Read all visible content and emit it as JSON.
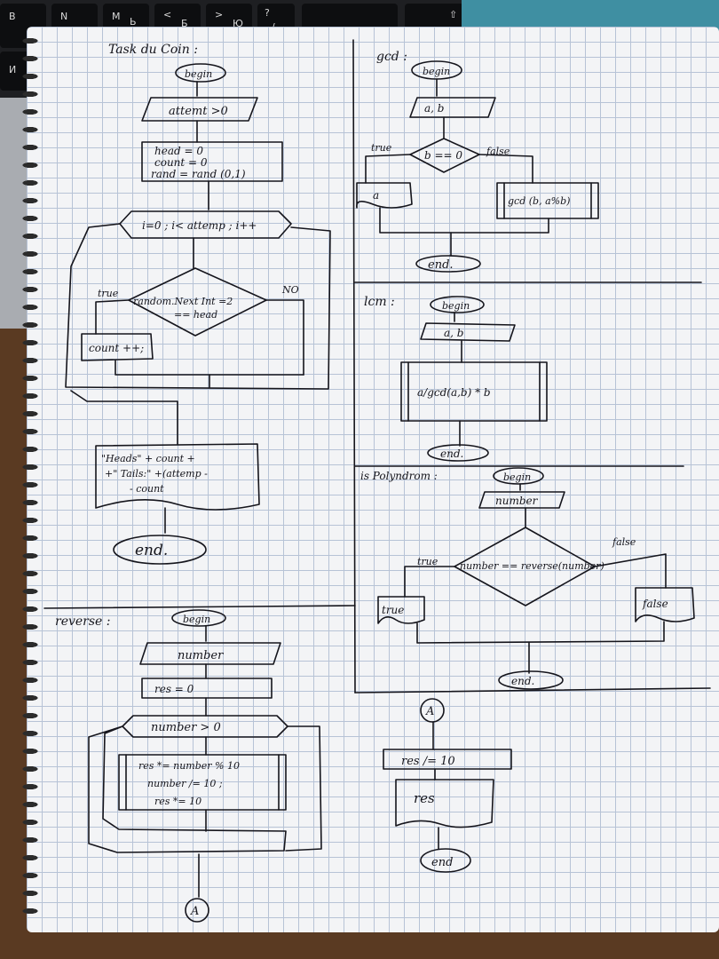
{
  "keyboard": {
    "keys": [
      "B",
      "И",
      "N",
      "M",
      "Ь",
      "<",
      "Б",
      ">",
      "Ю",
      "?",
      "/"
    ]
  },
  "coin": {
    "title": "Task du  Coin :",
    "begin": "begin",
    "input": "attemt >0",
    "init": [
      "head = 0",
      "count = 0",
      "rand = rand (0,1)"
    ],
    "loop": "i=0 ; i< attemp ; i++",
    "condition": [
      "random.Next Int =2",
      "== head"
    ],
    "true_label": "true",
    "no_label": "NO",
    "increment": "count ++;",
    "output": [
      "\"Heads\" + count  +",
      "+\" Tails:\" +(attemp -",
      "- count"
    ],
    "end": "end."
  },
  "gcd": {
    "title": "gcd :",
    "begin": "begin",
    "input": "a, b",
    "condition": "b == 0",
    "true_label": "true",
    "false_label": "false",
    "true_output": "a",
    "false_call": "gcd (b, a%b)",
    "end": "end."
  },
  "lcm": {
    "title": "lcm :",
    "begin": "begin",
    "input": "a, b",
    "process": "a/gcd(a,b) * b",
    "end": "end."
  },
  "palindrome": {
    "title": "is Polyndrom :",
    "begin": "begin",
    "input": "number",
    "condition": "number == reverse(number)",
    "true_label": "true",
    "false_label": "false",
    "true_output": "true",
    "false_output": "false",
    "end": "end."
  },
  "reverse": {
    "title": "reverse :",
    "begin": "begin",
    "input": "number",
    "init": "res = 0",
    "loop": "number > 0",
    "body": [
      "res *= number % 10",
      "number /= 10 ;",
      "res *= 10"
    ],
    "connector": "A"
  },
  "reverse_cont": {
    "connector": "A",
    "process": "res /= 10",
    "output": "res",
    "end": "end"
  }
}
